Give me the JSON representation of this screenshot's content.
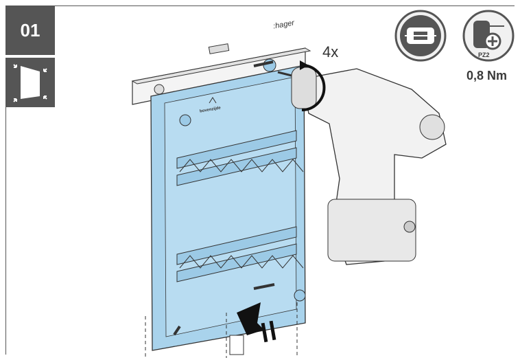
{
  "step": {
    "number": "01"
  },
  "tool": {
    "torque": "0,8 Nm",
    "bit": "PZ2"
  },
  "screws": {
    "count": "4x"
  },
  "level": {
    "brand": ":hager"
  },
  "enclosure": {
    "top_marking": "bovenzijde"
  },
  "colors": {
    "enclosure": "#a9d3ec",
    "badge": "#555555",
    "drill": "#f2f2f2"
  },
  "icons": [
    "wall-mount-icon",
    "spirit-level-icon",
    "screwdriver-icon",
    "rotation-arrow-icon",
    "push-arrow-icon"
  ]
}
